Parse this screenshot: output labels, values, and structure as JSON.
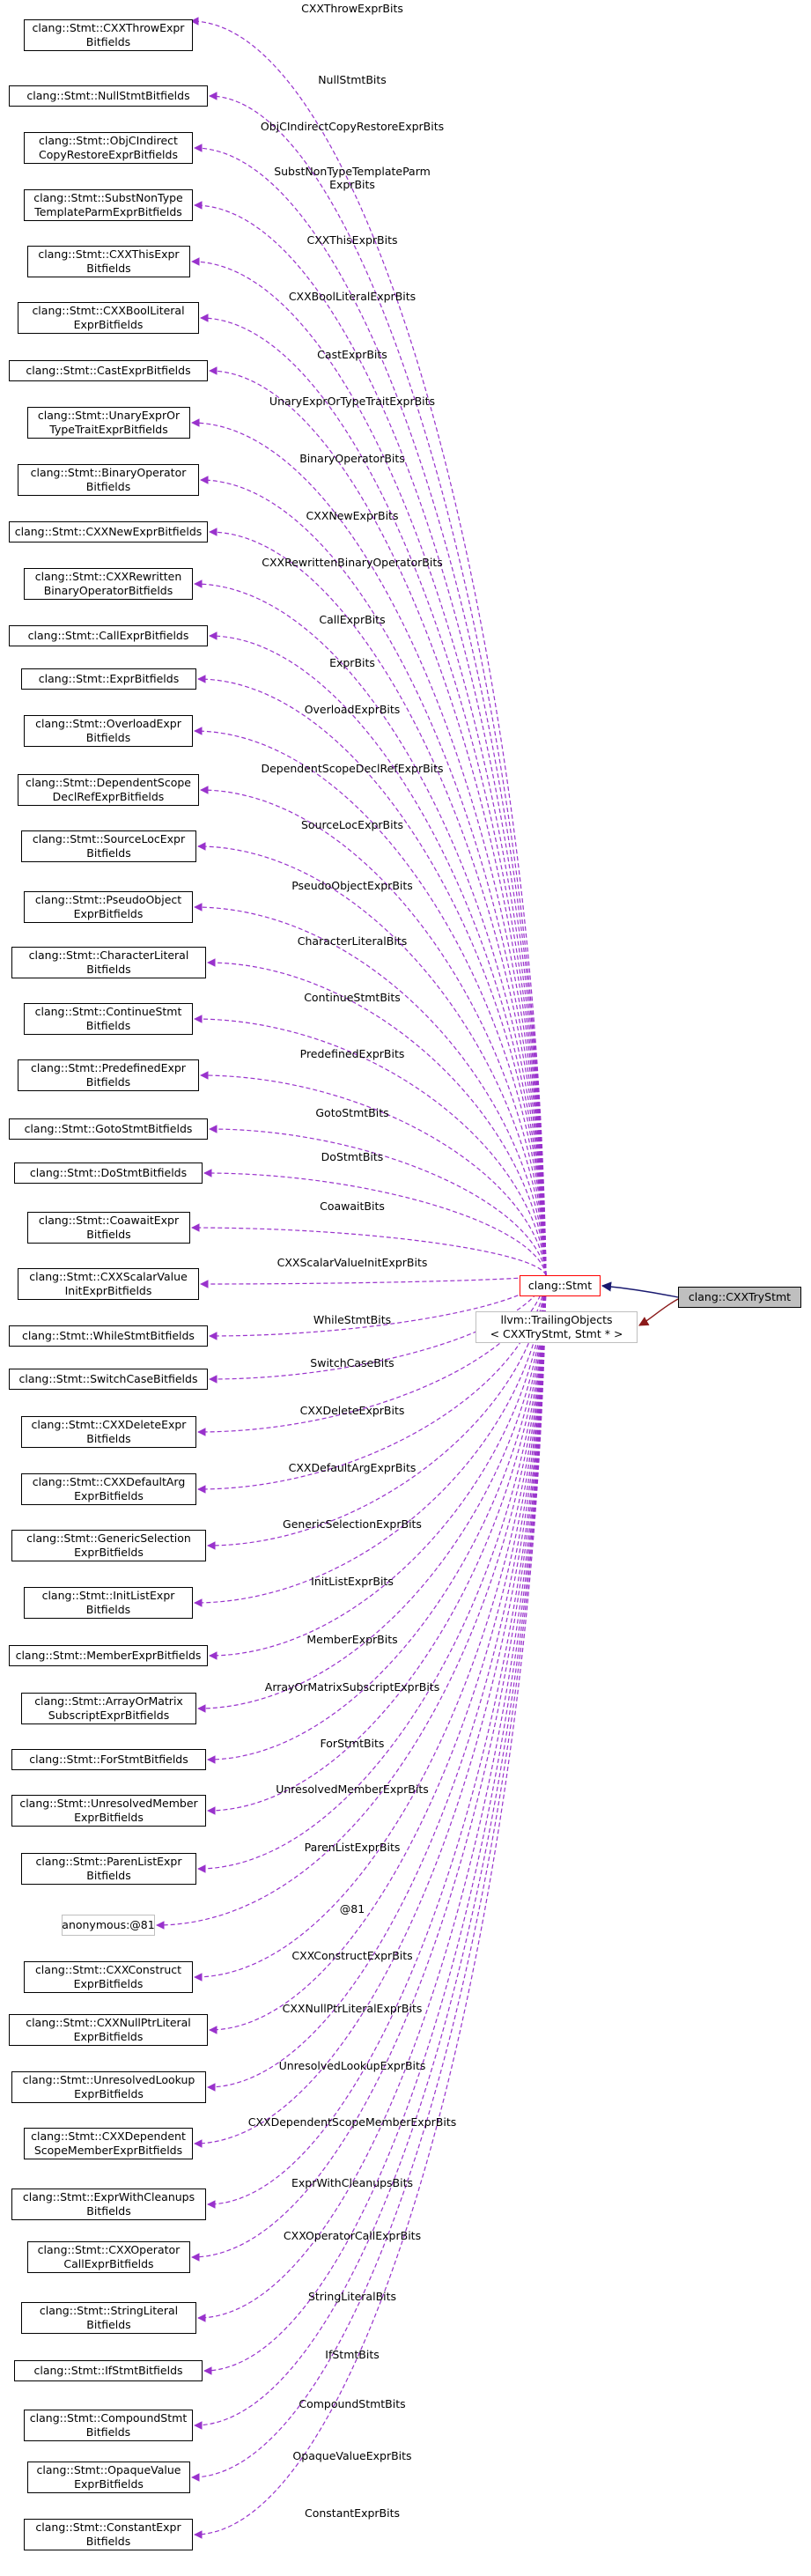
{
  "colors": {
    "member_edge": "#9932cc",
    "inheritance_edge": "#191970",
    "template_edge": "#8b1a1a",
    "stmt_border": "#ff0000",
    "root_fill": "#bfbfbf",
    "ghost_border": "#bfbfbf"
  },
  "root": {
    "name": "clang::CXXTryStmt"
  },
  "stmt": {
    "name": "clang::Stmt"
  },
  "trailing": {
    "name": "llvm::TrailingObjects\n< CXXTryStmt, Stmt * >"
  },
  "members": [
    {
      "class": "clang::Stmt::CXXThrowExpr\nBitfields",
      "field": "CXXThrowExprBits"
    },
    {
      "class": "clang::Stmt::NullStmtBitfields",
      "field": "NullStmtBits"
    },
    {
      "class": "clang::Stmt::ObjCIndirect\nCopyRestoreExprBitfields",
      "field": "ObjCIndirectCopyRestoreExprBits"
    },
    {
      "class": "clang::Stmt::SubstNonType\nTemplateParmExprBitfields",
      "field": "SubstNonTypeTemplateParm\nExprBits"
    },
    {
      "class": "clang::Stmt::CXXThisExpr\nBitfields",
      "field": "CXXThisExprBits"
    },
    {
      "class": "clang::Stmt::CXXBoolLiteral\nExprBitfields",
      "field": "CXXBoolLiteralExprBits"
    },
    {
      "class": "clang::Stmt::CastExprBitfields",
      "field": "CastExprBits"
    },
    {
      "class": "clang::Stmt::UnaryExprOr\nTypeTraitExprBitfields",
      "field": "UnaryExprOrTypeTraitExprBits"
    },
    {
      "class": "clang::Stmt::BinaryOperator\nBitfields",
      "field": "BinaryOperatorBits"
    },
    {
      "class": "clang::Stmt::CXXNewExprBitfields",
      "field": "CXXNewExprBits"
    },
    {
      "class": "clang::Stmt::CXXRewritten\nBinaryOperatorBitfields",
      "field": "CXXRewrittenBinaryOperatorBits"
    },
    {
      "class": "clang::Stmt::CallExprBitfields",
      "field": "CallExprBits"
    },
    {
      "class": "clang::Stmt::ExprBitfields",
      "field": "ExprBits"
    },
    {
      "class": "clang::Stmt::OverloadExpr\nBitfields",
      "field": "OverloadExprBits"
    },
    {
      "class": "clang::Stmt::DependentScope\nDeclRefExprBitfields",
      "field": "DependentScopeDeclRefExprBits"
    },
    {
      "class": "clang::Stmt::SourceLocExpr\nBitfields",
      "field": "SourceLocExprBits"
    },
    {
      "class": "clang::Stmt::PseudoObject\nExprBitfields",
      "field": "PseudoObjectExprBits"
    },
    {
      "class": "clang::Stmt::CharacterLiteral\nBitfields",
      "field": "CharacterLiteralBits"
    },
    {
      "class": "clang::Stmt::ContinueStmt\nBitfields",
      "field": "ContinueStmtBits"
    },
    {
      "class": "clang::Stmt::PredefinedExpr\nBitfields",
      "field": "PredefinedExprBits"
    },
    {
      "class": "clang::Stmt::GotoStmtBitfields",
      "field": "GotoStmtBits"
    },
    {
      "class": "clang::Stmt::DoStmtBitfields",
      "field": "DoStmtBits"
    },
    {
      "class": "clang::Stmt::CoawaitExpr\nBitfields",
      "field": "CoawaitBits"
    },
    {
      "class": "clang::Stmt::CXXScalarValue\nInitExprBitfields",
      "field": "CXXScalarValueInitExprBits"
    },
    {
      "class": "clang::Stmt::WhileStmtBitfields",
      "field": "WhileStmtBits"
    },
    {
      "class": "clang::Stmt::SwitchCaseBitfields",
      "field": "SwitchCaseBits"
    },
    {
      "class": "clang::Stmt::CXXDeleteExpr\nBitfields",
      "field": "CXXDeleteExprBits"
    },
    {
      "class": "clang::Stmt::CXXDefaultArg\nExprBitfields",
      "field": "CXXDefaultArgExprBits"
    },
    {
      "class": "clang::Stmt::GenericSelection\nExprBitfields",
      "field": "GenericSelectionExprBits"
    },
    {
      "class": "clang::Stmt::InitListExpr\nBitfields",
      "field": "InitListExprBits"
    },
    {
      "class": "clang::Stmt::MemberExprBitfields",
      "field": "MemberExprBits"
    },
    {
      "class": "clang::Stmt::ArrayOrMatrix\nSubscriptExprBitfields",
      "field": "ArrayOrMatrixSubscriptExprBits"
    },
    {
      "class": "clang::Stmt::ForStmtBitfields",
      "field": "ForStmtBits"
    },
    {
      "class": "clang::Stmt::UnresolvedMember\nExprBitfields",
      "field": "UnresolvedMemberExprBits"
    },
    {
      "class": "clang::Stmt::ParenListExpr\nBitfields",
      "field": "ParenListExprBits"
    },
    {
      "class": "anonymous:@81",
      "field": "@81",
      "ghost": true
    },
    {
      "class": "clang::Stmt::CXXConstruct\nExprBitfields",
      "field": "CXXConstructExprBits"
    },
    {
      "class": "clang::Stmt::CXXNullPtrLiteral\nExprBitfields",
      "field": "CXXNullPtrLiteralExprBits"
    },
    {
      "class": "clang::Stmt::UnresolvedLookup\nExprBitfields",
      "field": "UnresolvedLookupExprBits"
    },
    {
      "class": "clang::Stmt::CXXDependent\nScopeMemberExprBitfields",
      "field": "CXXDependentScopeMemberExprBits"
    },
    {
      "class": "clang::Stmt::ExprWithCleanups\nBitfields",
      "field": "ExprWithCleanupsBits"
    },
    {
      "class": "clang::Stmt::CXXOperator\nCallExprBitfields",
      "field": "CXXOperatorCallExprBits"
    },
    {
      "class": "clang::Stmt::StringLiteral\nBitfields",
      "field": "StringLiteralBits"
    },
    {
      "class": "clang::Stmt::IfStmtBitfields",
      "field": "IfStmtBits"
    },
    {
      "class": "clang::Stmt::CompoundStmt\nBitfields",
      "field": "CompoundStmtBits"
    },
    {
      "class": "clang::Stmt::OpaqueValue\nExprBitfields",
      "field": "OpaqueValueExprBits"
    },
    {
      "class": "clang::Stmt::ConstantExpr\nBitfields",
      "field": "ConstantExprBits"
    }
  ]
}
